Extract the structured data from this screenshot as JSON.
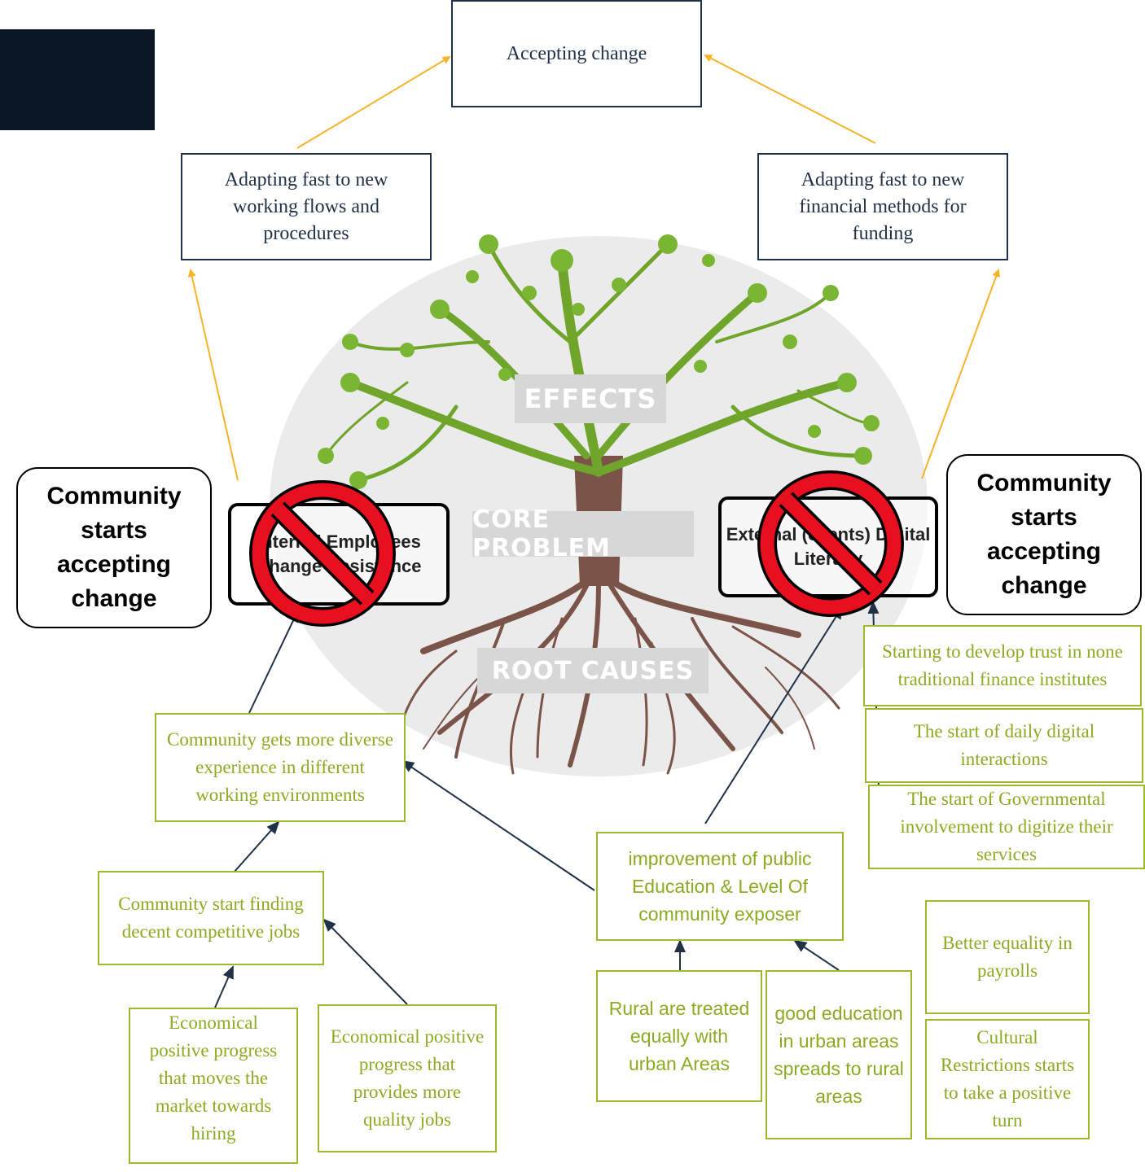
{
  "top": {
    "accepting_change": "Accepting change"
  },
  "adapt_left": "Adapting fast to new working flows and procedures",
  "adapt_right": "Adapting fast to new financial methods for funding",
  "community_left": "Community starts accepting change",
  "community_right": "Community starts accepting change",
  "tree": {
    "effects": "EFFECTS",
    "core_problem": "CORE PROBLEM",
    "root_causes": "ROOT CAUSES"
  },
  "problem_left": "Internal Employees Change Resistance",
  "problem_right": "External (clients) Digital Literacy",
  "causes": {
    "diverse_experience": "Community gets more diverse experience in different working environments",
    "finding_jobs": "Community start finding decent competitive jobs",
    "econ_hiring": "Economical positive progress that moves the market towards hiring",
    "econ_quality": "Economical positive progress that provides more quality jobs",
    "public_education": "improvement of public Education & Level Of community exposer",
    "rural_equal": "Rural are treated equally with urban Areas",
    "good_education": "good education in urban areas spreads to rural areas",
    "better_equality": "Better equality in payrolls",
    "cultural": "Cultural Restrictions starts to take a positive turn",
    "trust": "Starting to develop trust in none traditional finance institutes",
    "daily_digital": "The start of daily digital interactions",
    "governmental": "The start of Governmental involvement to digitize their services"
  },
  "colors": {
    "arrow_orange": "#f6b429",
    "arrow_navy": "#1f3047",
    "box_green": "#9bbb2a",
    "text_green": "#8aab22",
    "prohibit_red": "#e8101f",
    "trunk_brown": "#7b5449",
    "leaf_green": "#6ea52a"
  }
}
